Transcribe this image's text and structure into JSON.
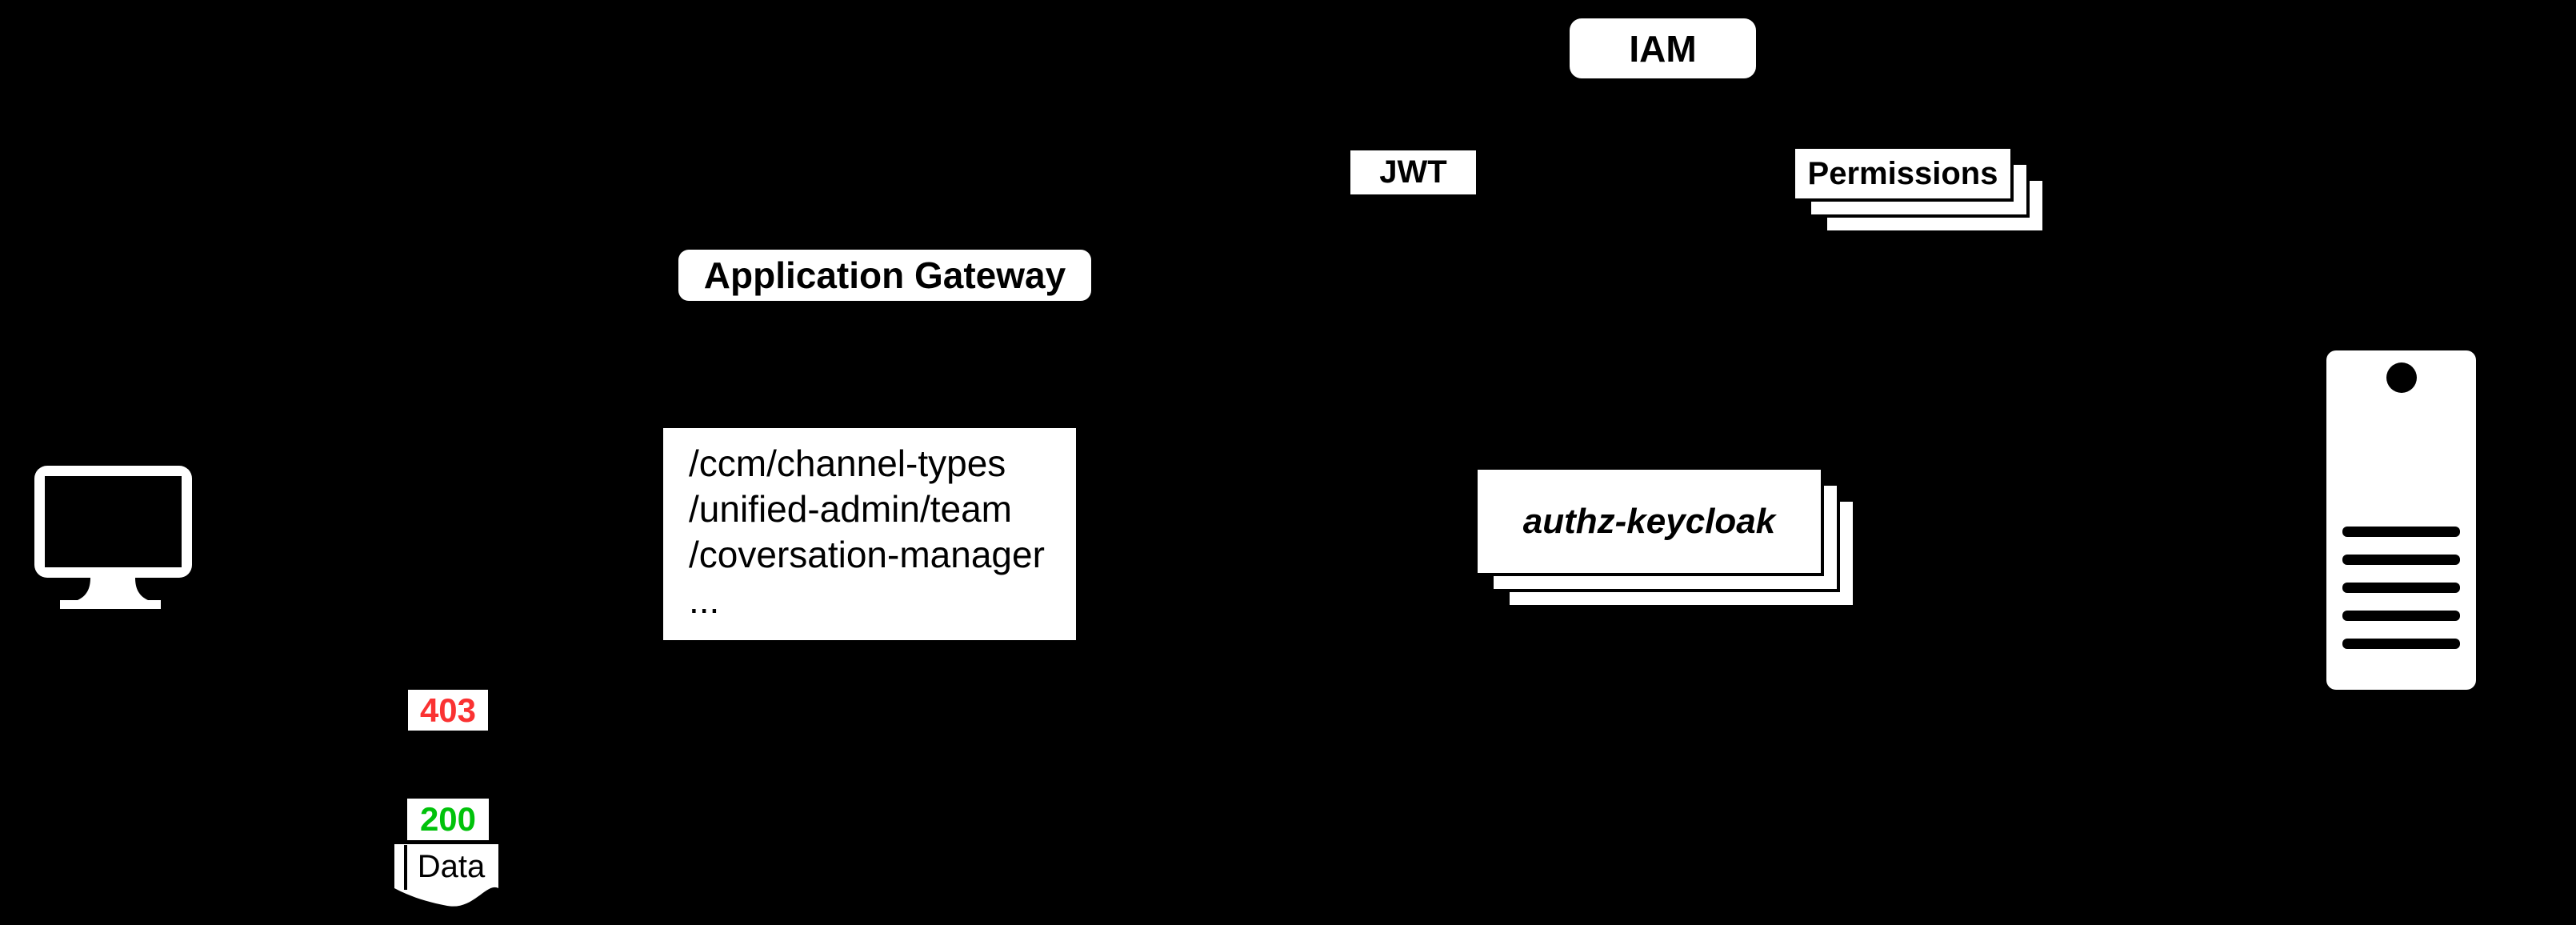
{
  "diagram": {
    "background": "#000000",
    "nodes": {
      "iam": "IAM",
      "jwt": "JWT",
      "permissions": "Permissions",
      "application_gateway": "Application Gateway",
      "routes": [
        "/ccm/channel-types",
        "/unified-admin/team",
        "/coversation-manager",
        "..."
      ],
      "authz_keycloak": "authz-keycloak",
      "status_forbidden": "403",
      "status_ok": "200",
      "data_label": "Data"
    },
    "colors": {
      "forbidden_red": "#fa3232",
      "ok_green": "#00c20a",
      "box_fill": "#ffffff",
      "text": "#000000",
      "background": "#000000"
    },
    "styles": {
      "forbidden": "color:#fa3232",
      "ok": "color:#00c20a"
    },
    "icons": {
      "client": "desktop-monitor-icon",
      "server": "server-tower-icon"
    }
  }
}
